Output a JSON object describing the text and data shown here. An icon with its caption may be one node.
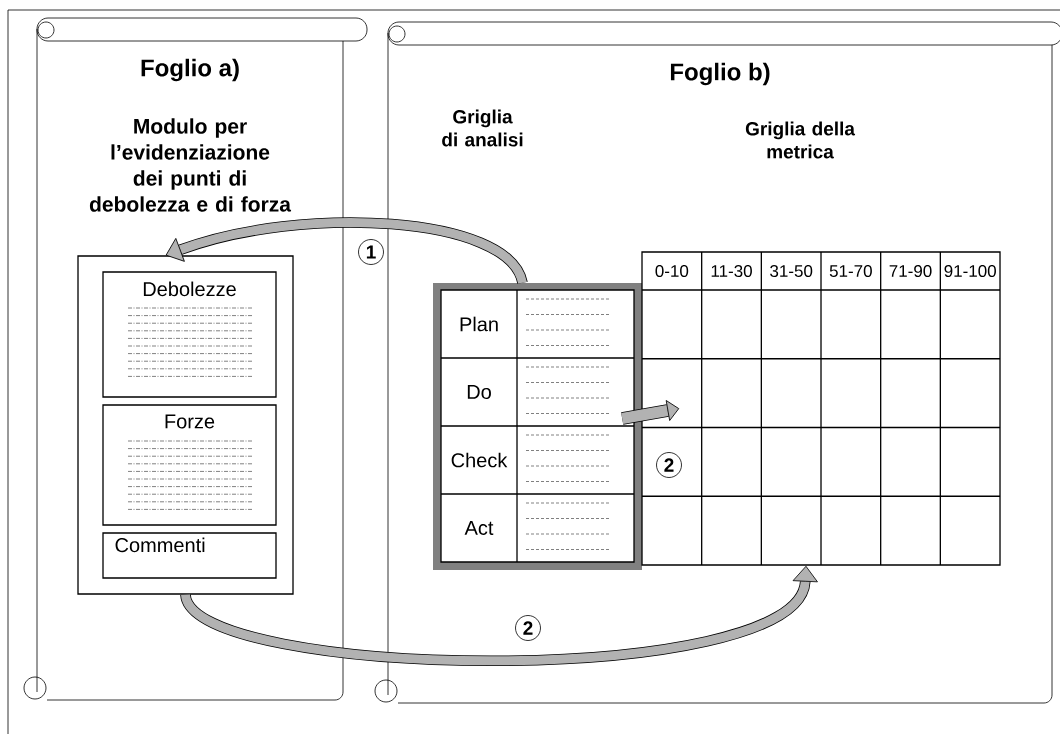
{
  "diagram": {
    "nodes": [
      {
        "text": [
          "Foglio a)",
          "Modulo per l’evidenziazione dei punti di debolezza e di forza"
        ]
      },
      {
        "text": [],
        "shape": "box",
        "in": 0
      },
      {
        "text": [
          "Debolezze"
        ],
        "in": 1
      },
      {
        "text": [
          "Forze"
        ],
        "in": 1
      },
      {
        "text": [
          "Commenti"
        ],
        "in": 1
      },
      {
        "text": [
          "Foglio b)"
        ]
      },
      {
        "text": [],
        "shape": "box",
        "in": 5
      },
      {
        "text": [],
        "shape": "box",
        "in": 5
      }
    ],
    "edges": [
      {
        "from": 6,
        "to": 1,
        "arrow": "to",
        "label": "1"
      },
      {
        "from": 1,
        "to": 7,
        "arrow": "to",
        "label": "2"
      },
      {
        "from": 6,
        "to": 7,
        "arrow": "to",
        "label": "2"
      }
    ],
    "labels": [
      "Griglia di analisi",
      "Griglia della metrica",
      "Plan",
      "Do",
      "Check",
      "Act",
      "0-10",
      "11-30",
      "31-50",
      "51-70",
      "71-90",
      "91-100"
    ]
  }
}
